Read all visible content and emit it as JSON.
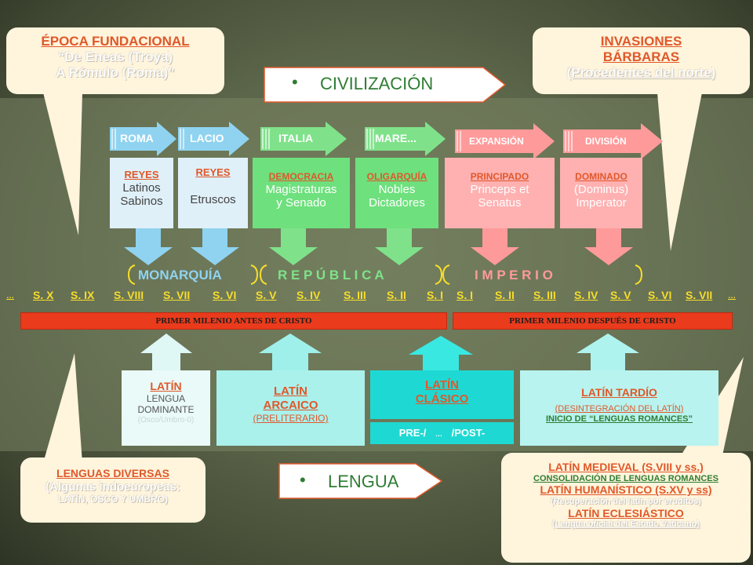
{
  "colors": {
    "accent_orange": "#e0582a",
    "green_text": "#2e7d32",
    "century_yellow": "#f7dd2b",
    "red_bar": "#ea3b1c",
    "roma_arrow": "#8fd3f0",
    "lacio_arrow": "#8fd3f0",
    "italia_arrow": "#7fe28a",
    "mare_arrow": "#7fe28a",
    "expansion_arrow": "#ff9a9a",
    "division_arrow": "#ff9a9a"
  },
  "callouts": {
    "fundacional": {
      "title": "ÉPOCA FUNDACIONAL",
      "line1": "“De Eneas (Troya)",
      "line2": "A Rómulo (Roma)”"
    },
    "invasiones": {
      "title1": "INVASIONES",
      "title2": "BÁRBARAS",
      "line1": "(Procedentes del norte)"
    },
    "lenguas": {
      "title": "LENGUAS DIVERSAS",
      "line1": "(Algunas indoeuropeas:",
      "line2": "LATÍN, OSCO Y UMBRO)"
    },
    "medieval": {
      "l1": "LATÍN MEDIEVAL (S.VIII y ss.)",
      "l2": "CONSOLIDACIÓN  DE LENGUAS ROMANCES",
      "l3": "LATÍN HUMANÍSTICO (S.XV y ss)",
      "l4": "(Recuperación  del latín por eruditos)",
      "l5": "LATÍN ECLESIÁSTICO",
      "l6": "(Lengua oficial del Estado Vaticano)"
    }
  },
  "headers": {
    "civilizacion": "CIVILIZACIÓN",
    "lengua": "LENGUA",
    "bullet": "•"
  },
  "phases": [
    {
      "label": "ROMA",
      "title": "REYES",
      "l1": "Latinos",
      "l2": "Sabinos"
    },
    {
      "label": "LACIO",
      "title": "REYES",
      "l1": "",
      "l2": "Etruscos"
    },
    {
      "label": "ITALIA",
      "title": "DEMOCRACIA",
      "l1": "Magistraturas",
      "l2": "y Senado"
    },
    {
      "label": "MARE...",
      "title": "OLIGARQUÍA",
      "l1": "Nobles",
      "l2": "Dictadores"
    },
    {
      "label": "EXPANSIÓN",
      "title": "PRINCIPADO",
      "l1": "Princeps et",
      "l2": "Senatus"
    },
    {
      "label": "DIVISIÓN",
      "title": "DOMINADO",
      "l1": "(Dominus)",
      "l2": "Imperator"
    }
  ],
  "periods": {
    "monarquia": "MONARQUÍA",
    "republica": "R E P Ú B L I C A",
    "imperio": "I  M  P  E  R  I  O"
  },
  "centuries": {
    "ellipsis_start": "…",
    "bc": [
      "S. X",
      "S. IX",
      "S. VIII",
      "S. VII",
      "S. VI",
      "S. V",
      "S. IV",
      "S. III",
      "S. II",
      "S. I"
    ],
    "ad": [
      "S. I",
      "S. II",
      "S. III",
      "S. IV",
      "S. V",
      "S. VI",
      "S. VII"
    ],
    "ellipsis_end": "…"
  },
  "millennia": {
    "bc": "PRIMER  MILENIO ANTES DE CRISTO",
    "ad": "PRIMER MILENIO DESPUÉS DE CRISTO"
  },
  "languages": {
    "latin": {
      "t1": "LATÍN",
      "l1": "LENGUA",
      "l2": "DOMINANTE",
      "l3": "(Osco/Umbro-0)"
    },
    "arcaico": {
      "t1": "LATÍN",
      "t2": "ARCAICO",
      "l1": "(PRELITERARIO)"
    },
    "clasico": {
      "t1": "LATÍN",
      "t2": "CLÁSICO",
      "pre": "PRE-/",
      "mid": "…",
      "post": "/POST-"
    },
    "tardio": {
      "t1": "LATÍN  TARDÍO",
      "l1": "(DESINTEGRACIÓN  DEL LATÍN)",
      "l2": "INICIO DE “LENGUAS ROMANCES”"
    }
  }
}
